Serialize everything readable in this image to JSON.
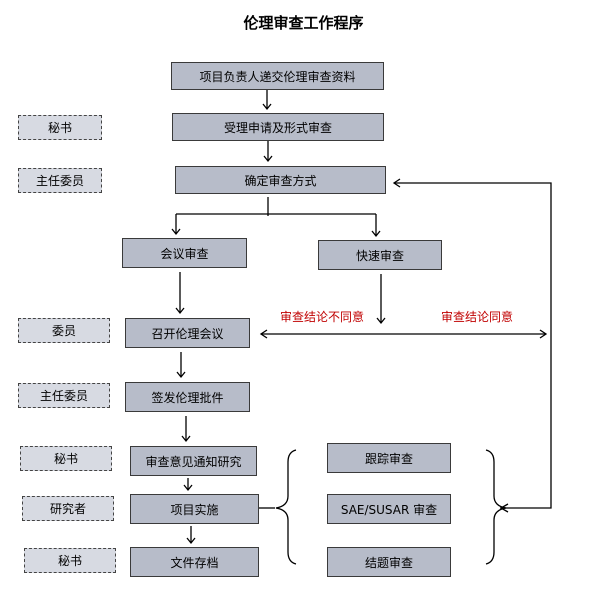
{
  "title": "伦理审查工作程序",
  "steps": {
    "submit": "项目负责人递交伦理审查资料",
    "accept": "受理申请及形式审查",
    "determine": "确定审查方式",
    "meeting_review": "会议审查",
    "fast_review": "快速审查",
    "convene": "召开伦理会议",
    "sign": "签发伦理批件",
    "notify": "审查意见通知研究",
    "implement": "项目实施",
    "archive": "文件存档"
  },
  "followup": {
    "tracking": "跟踪审查",
    "sae": "SAE/SUSAR 审查",
    "closing": "结题审查"
  },
  "roles": {
    "secretary1": "秘书",
    "chair1": "主任委员",
    "member": "委员",
    "chair2": "主任委员",
    "secretary2": "秘书",
    "researcher": "研究者",
    "secretary3": "秘书"
  },
  "notes": {
    "disagree": "审查结论不同意",
    "agree": "审查结论同意"
  },
  "colors": {
    "box_fill": "#b7bcc9",
    "role_fill": "#d7dae2",
    "note_text": "#c00000"
  }
}
